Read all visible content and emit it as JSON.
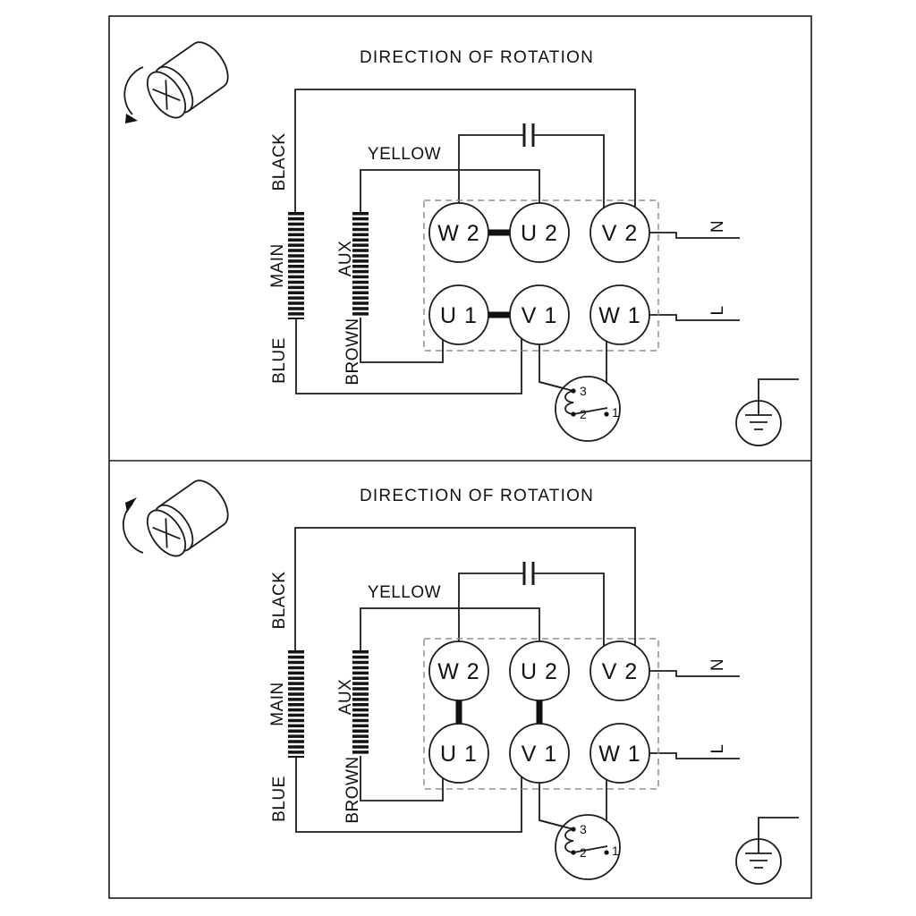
{
  "diagram": {
    "colors": {
      "line": "#1c1c1c",
      "background": "#ffffff",
      "terminal_box_dash": "#8f8f8f"
    },
    "panels": [
      {
        "title": "DIRECTION OF ROTATION",
        "rotation": "clockwise",
        "labels": {
          "black": "BLACK",
          "yellow": "YELLOW",
          "main": "MAIN",
          "aux": "AUX",
          "brown": "BROWN",
          "blue": "BLUE",
          "neutral": "N",
          "line": "L"
        },
        "terminals": {
          "w2": "W 2",
          "u2": "U 2",
          "v2": "V 2",
          "u1": "U 1",
          "v1": "V 1",
          "w1": "W 1"
        },
        "terminal_links": [
          "W2-U2",
          "U1-V1"
        ],
        "thermal_protector": {
          "c3": "3",
          "c2": "2",
          "c1": "1"
        }
      },
      {
        "title": "DIRECTION OF ROTATION",
        "rotation": "counterclockwise",
        "labels": {
          "black": "BLACK",
          "yellow": "YELLOW",
          "main": "MAIN",
          "aux": "AUX",
          "brown": "BROWN",
          "blue": "BLUE",
          "neutral": "N",
          "line": "L"
        },
        "terminals": {
          "w2": "W 2",
          "u2": "U 2",
          "v2": "V 2",
          "u1": "U 1",
          "v1": "V 1",
          "w1": "W 1"
        },
        "terminal_links": [
          "W2-U1",
          "U2-V1"
        ],
        "thermal_protector": {
          "c3": "3",
          "c2": "2",
          "c1": "1"
        }
      }
    ]
  }
}
